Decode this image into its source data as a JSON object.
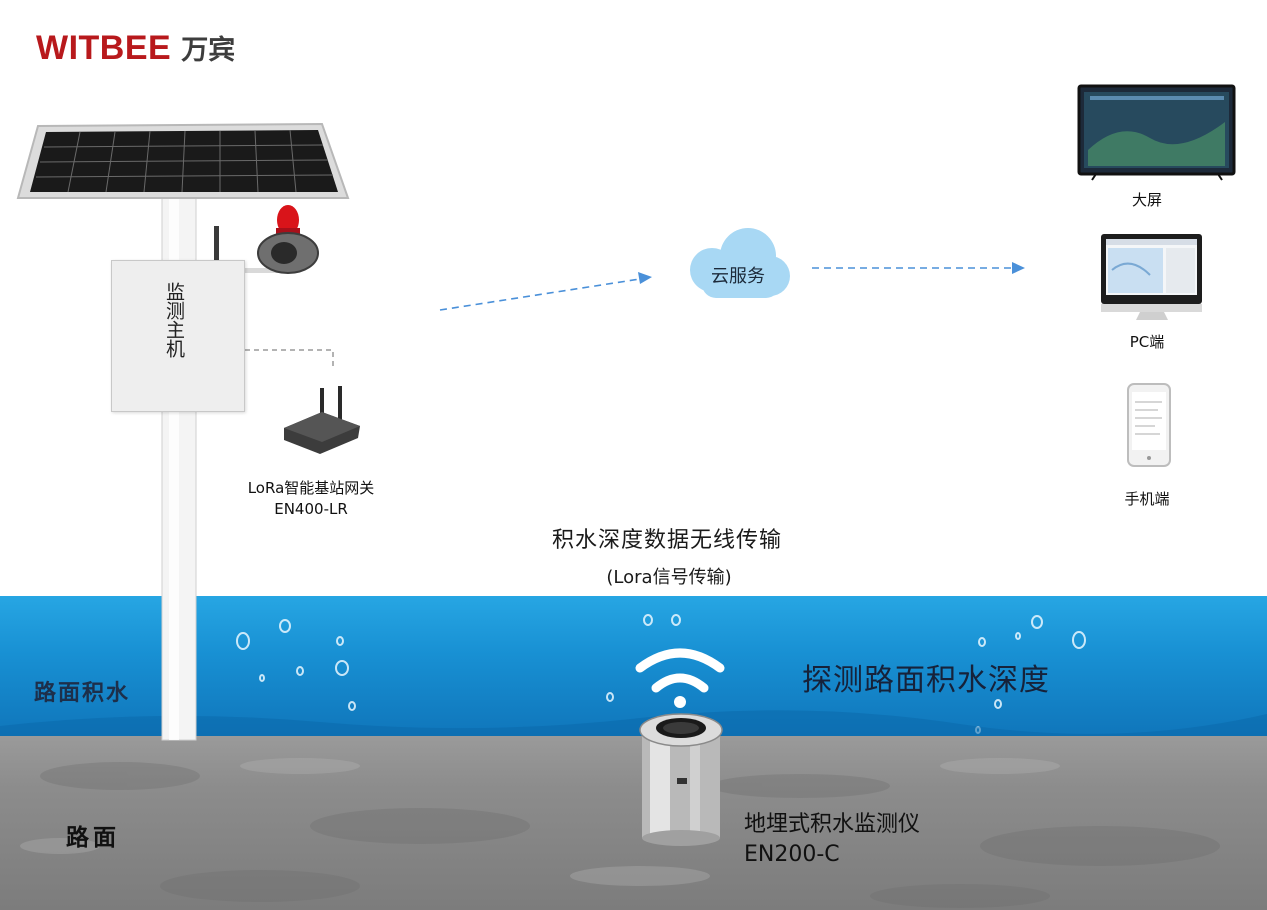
{
  "logo": {
    "brand": "WITBEE",
    "cn": "万宾"
  },
  "monitor_host": {
    "label": "监测主机"
  },
  "gateway": {
    "name": "LoRa智能基站网关",
    "model": "EN400-LR"
  },
  "cloud": {
    "label": "云服务"
  },
  "transfer": {
    "title": "积水深度数据无线传输",
    "subtitle": "(Lora信号传输)"
  },
  "terminals": [
    {
      "label": "大屏",
      "icon": "big-screen-icon"
    },
    {
      "label": "PC端",
      "icon": "monitor-icon"
    },
    {
      "label": "手机端",
      "icon": "phone-icon"
    }
  ],
  "zones": {
    "water": "路面积水",
    "road": "路面"
  },
  "detect_label": "探测路面积水深度",
  "sensor": {
    "name": "地埋式积水监测仪",
    "model": "EN200-C"
  },
  "colors": {
    "brand_red": "#b8191c",
    "water": "#1890d3",
    "arrow": "#4a90d9",
    "cloud": "#a8d8f4"
  }
}
